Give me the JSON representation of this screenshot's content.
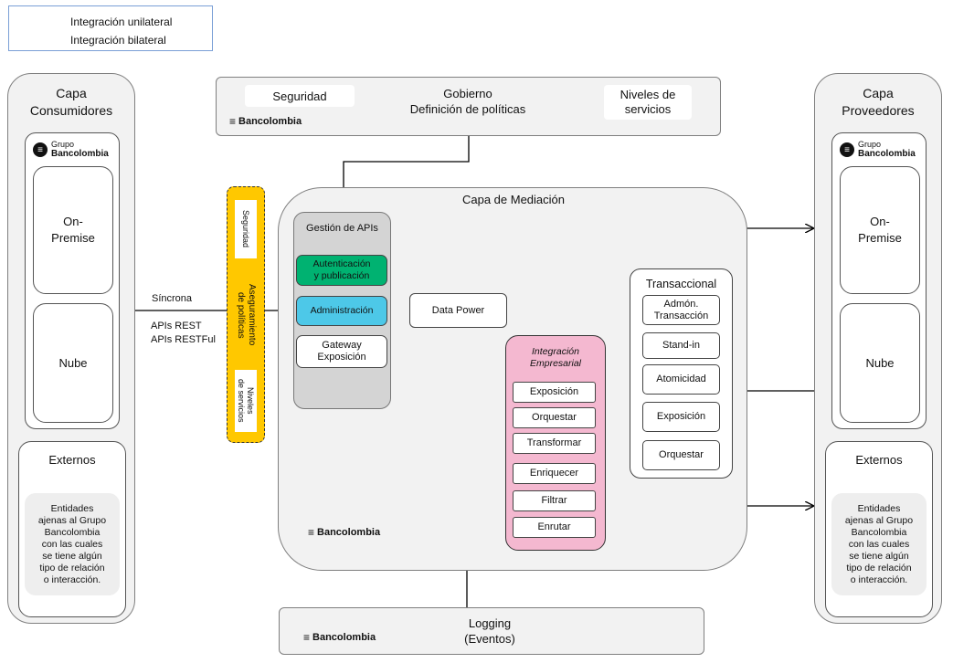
{
  "legend": {
    "unilateral": "Integración unilateral",
    "bilateral": "Integración bilateral"
  },
  "consumidores": {
    "title": "Capa\nConsumidores",
    "grupo_line1": "Grupo",
    "grupo_line2": "Bancolombia",
    "on_premise": "On-\nPremise",
    "nube": "Nube",
    "externos_title": "Externos",
    "externos_desc": "Entidades\najenas al Grupo\nBancolombia\ncon las cuales\nse tiene algún\ntipo de relación\no interacción."
  },
  "proveedores": {
    "title": "Capa\nProveedores",
    "grupo_line1": "Grupo",
    "grupo_line2": "Bancolombia",
    "on_premise": "On-\nPremise",
    "nube": "Nube",
    "externos_title": "Externos",
    "externos_desc": "Entidades\najenas al Grupo\nBancolombia\ncon las cuales\nse tiene algún\ntipo de relación\no interacción."
  },
  "gobierno": {
    "seguridad": "Seguridad",
    "title": "Gobierno\nDefinición de políticas",
    "niveles": "Niveles de\nservicios",
    "brand": "Bancolombia"
  },
  "connection": {
    "sincrona": "Síncrona",
    "apis": "APIs REST\nAPIs RESTFul"
  },
  "aseguramiento": {
    "seguridad": "Seguridad",
    "title": "Aseguramiento\nde políticas",
    "niveles": "Niveles\nde servicios",
    "fill_color": "#FFC800"
  },
  "mediacion": {
    "title": "Capa de Mediación",
    "brand": "Bancolombia",
    "gestion": {
      "title": "Gestión de APIs",
      "autenticacion": "Autenticación\ny publicación",
      "administracion": "Administración",
      "gateway": "Gateway\nExposición",
      "autenticacion_color": "#00B271",
      "administracion_color": "#4DC8E8"
    },
    "data_power": "Data Power",
    "integracion": {
      "title": "Integración\nEmpresarial",
      "items": [
        "Exposición",
        "Orquestar",
        "Transformar",
        "Enriquecer",
        "Filtrar",
        "Enrutar"
      ],
      "color": "#F4B8D0"
    },
    "transaccional": {
      "title": "Transaccional",
      "items": [
        "Admón.\nTransacción",
        "Stand-in",
        "Atomicidad",
        "Exposición",
        "Orquestar"
      ]
    }
  },
  "logging": {
    "title": "Logging\n(Eventos)",
    "brand": "Bancolombia"
  }
}
